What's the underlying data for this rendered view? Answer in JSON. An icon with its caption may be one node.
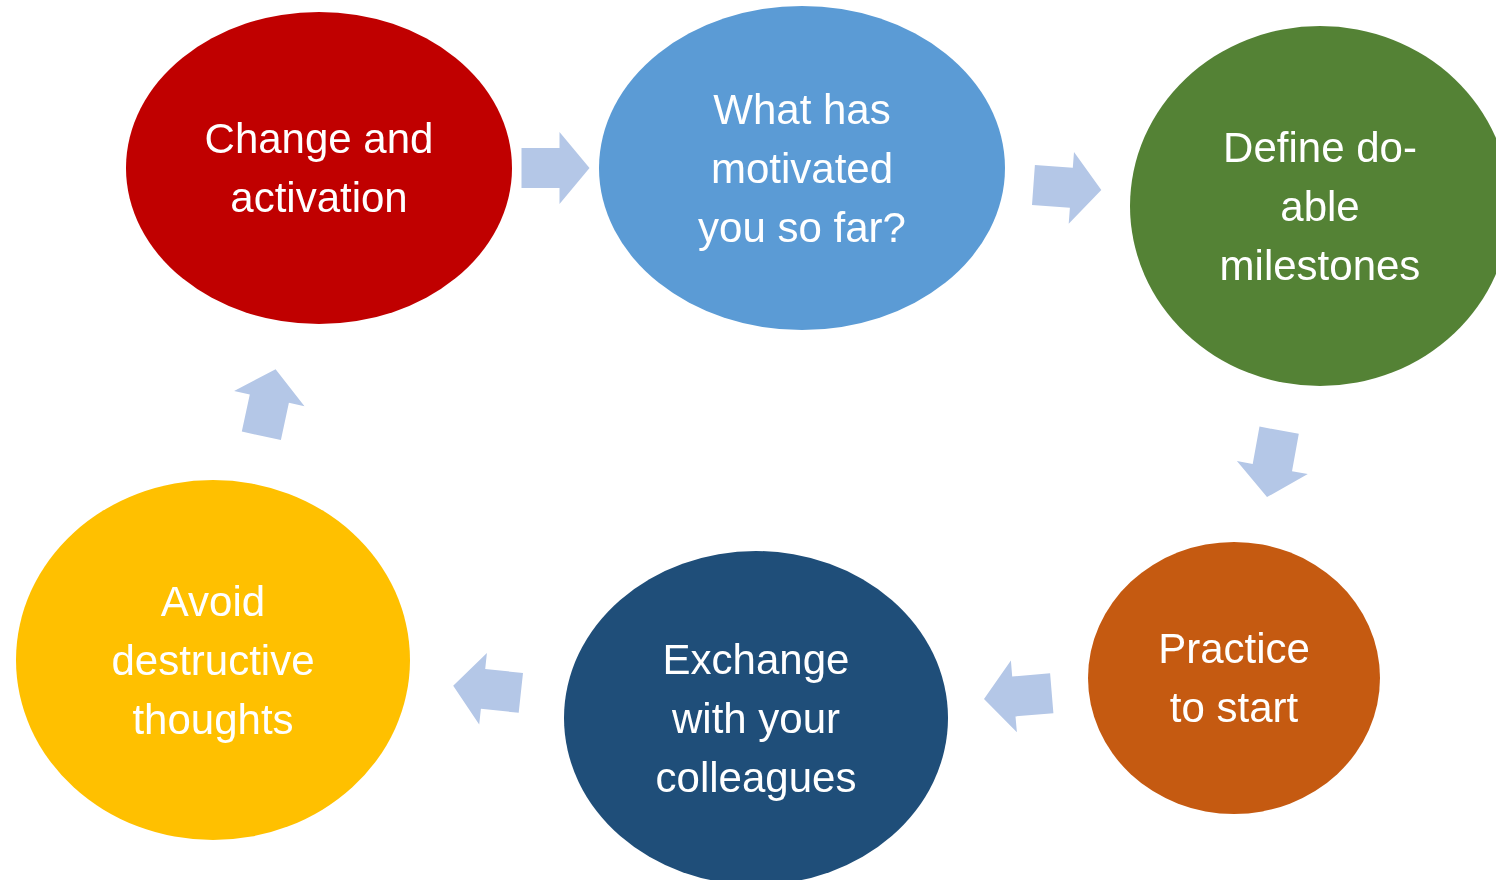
{
  "diagram": {
    "nodes": [
      {
        "text": [
          "Change and activation"
        ]
      },
      {
        "text": [
          "What has motivated you so far?"
        ]
      },
      {
        "text": [
          "Define do-able milestones"
        ]
      },
      {
        "text": [
          "Practice to start"
        ]
      },
      {
        "text": [
          "Exchange with your colleagues"
        ]
      },
      {
        "text": [
          "Avoid destructive thoughts"
        ]
      }
    ],
    "edges": [
      {
        "from": 0,
        "to": 1,
        "arrow": "to"
      },
      {
        "from": 1,
        "to": 2,
        "arrow": "to"
      },
      {
        "from": 2,
        "to": 3,
        "arrow": "to"
      },
      {
        "from": 3,
        "to": 4,
        "arrow": "to"
      },
      {
        "from": 4,
        "to": 5,
        "arrow": "to"
      },
      {
        "from": 5,
        "to": 0,
        "arrow": "to"
      }
    ]
  }
}
